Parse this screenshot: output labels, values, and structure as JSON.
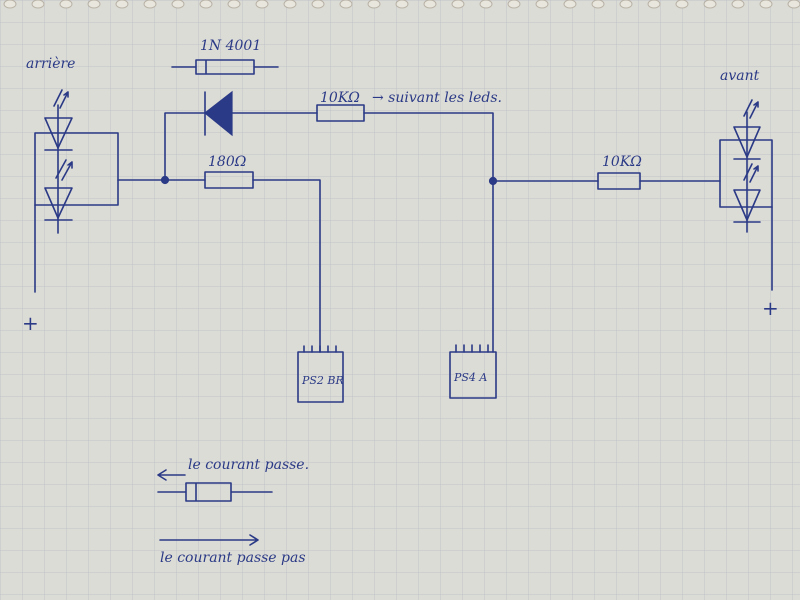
{
  "labels": {
    "arriere": "arrière",
    "avant": "avant",
    "diode_part": "1N 4001",
    "res_top": "10KΩ",
    "res_top_note": "→ suivant les leds.",
    "res_mid": "180Ω",
    "res_right": "10KΩ",
    "plus_left": "+",
    "plus_right": "+",
    "box_left": "PS2 BR",
    "box_right": "PS4 A"
  },
  "legend": {
    "pass": "le courant passe.",
    "nopass": "le courant passe pas"
  },
  "colors": {
    "ink": "#2b3a86",
    "paper": "#dcdcd6",
    "grid": "#b9bcc4"
  }
}
